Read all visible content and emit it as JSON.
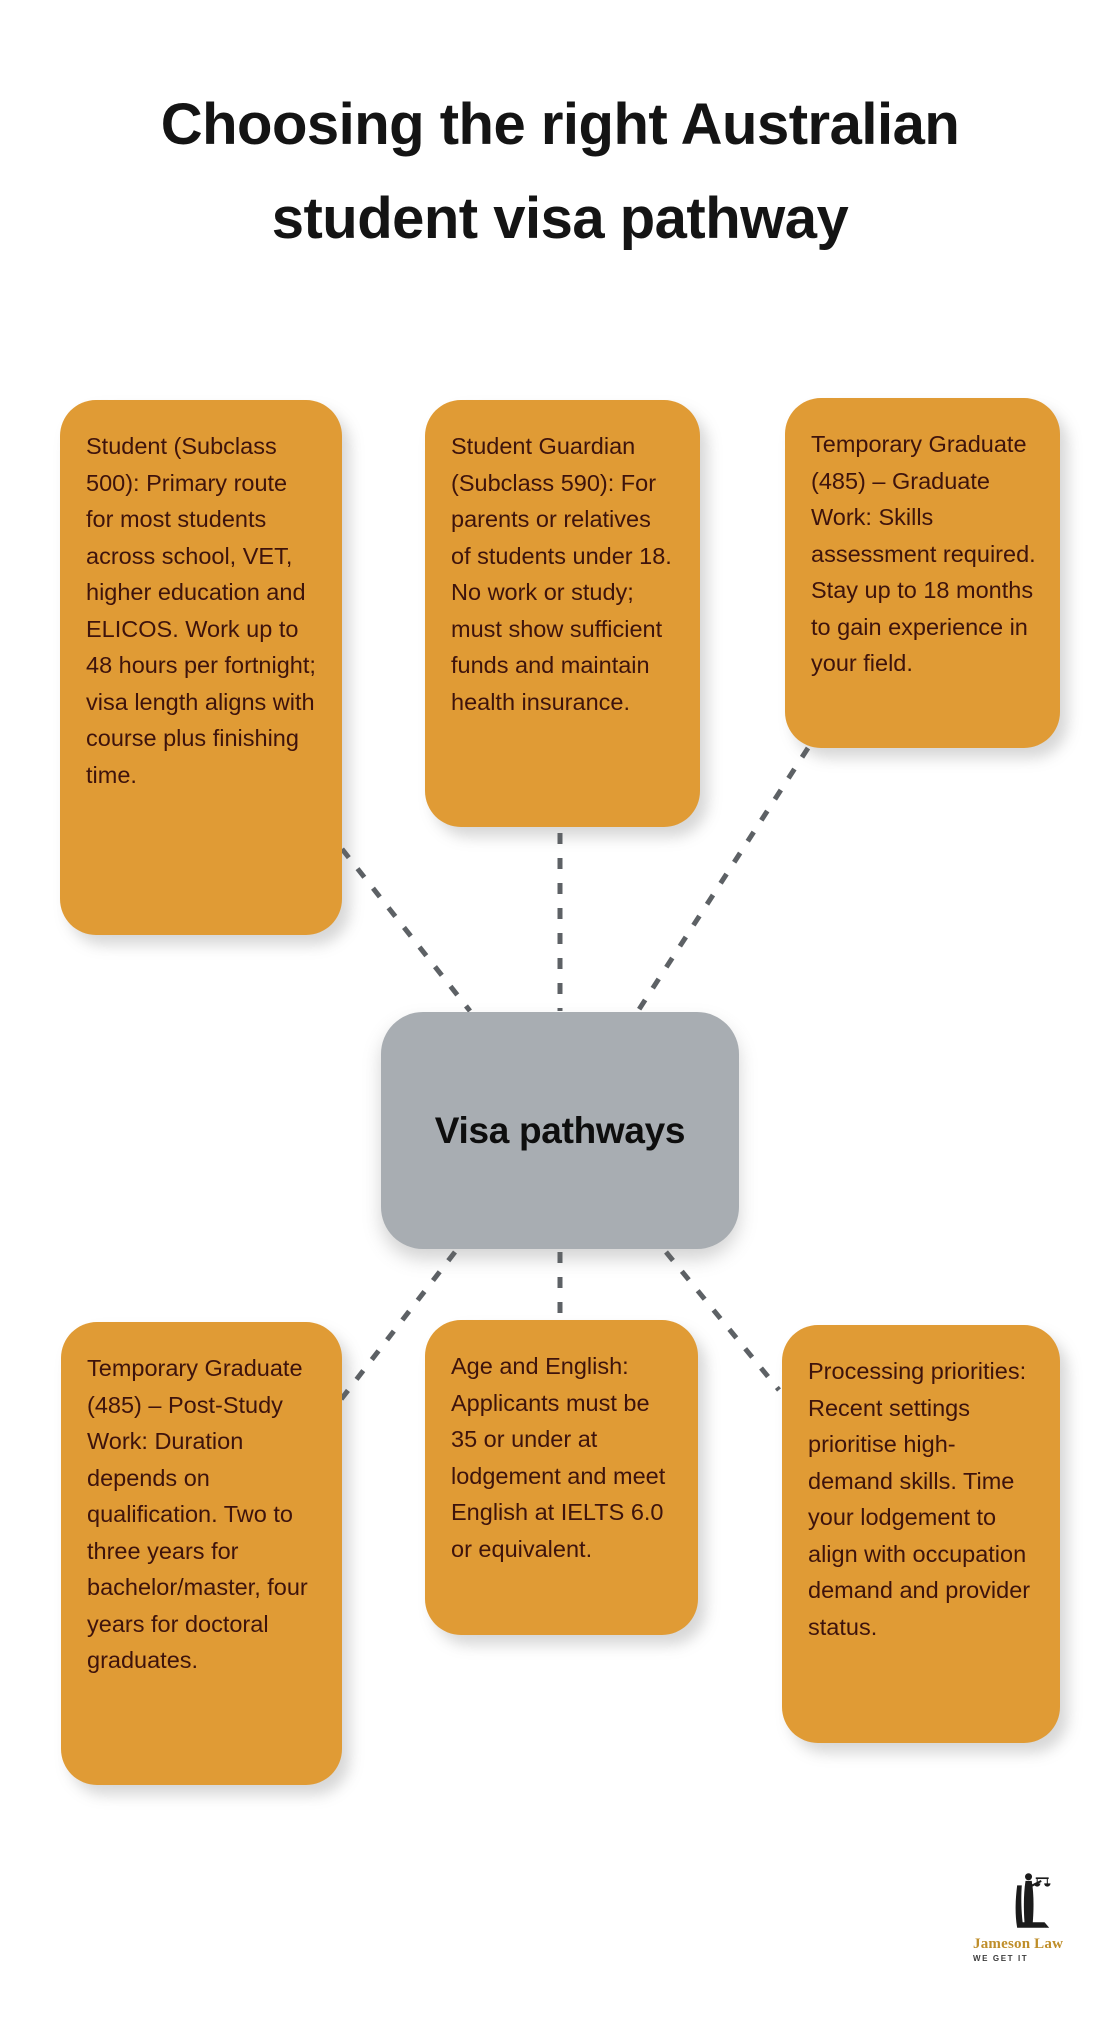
{
  "title": {
    "line1": "Choosing the right Australian",
    "line2": "student visa pathway"
  },
  "center": {
    "label": "Visa pathways"
  },
  "nodes": [
    {
      "id": "student-subclass-500",
      "text": "Student (Subclass 500): Primary route for most students across school, VET, higher education and ELICOS. Work up to 48 hours per fortnight; visa length aligns with course plus finishing time."
    },
    {
      "id": "student-guardian-590",
      "text": "Student Guardian (Subclass 590): For parents or relatives of students under 18. No work or study; must show sufficient funds and maintain health insurance."
    },
    {
      "id": "temporary-graduate-485-graduate-work",
      "text": "Temporary Graduate (485) – Graduate Work: Skills assessment required. Stay up to 18 months to gain experience in your field."
    },
    {
      "id": "temporary-graduate-485-post-study-work",
      "text": "Temporary Graduate (485) – Post-Study Work: Duration depends on qualification. Two to three years for bachelor/master, four years for doctoral graduates."
    },
    {
      "id": "age-and-english",
      "text": "Age and English: Applicants must be 35 or under at lodgement and meet English at IELTS 6.0 or equivalent."
    },
    {
      "id": "processing-priorities",
      "text": "Processing priorities: Recent settings prioritise high-demand skills. Time your lodgement to align with occupation demand and provider status."
    }
  ],
  "logo": {
    "name": "Jameson Law",
    "tagline": "WE GET IT"
  },
  "colors": {
    "node_background": "#e09b35",
    "node_text": "#3e130c",
    "center_background": "#a8adb2",
    "connector": "#5d6165",
    "title_text": "#141414",
    "logo_gold": "#bf8e2a"
  }
}
